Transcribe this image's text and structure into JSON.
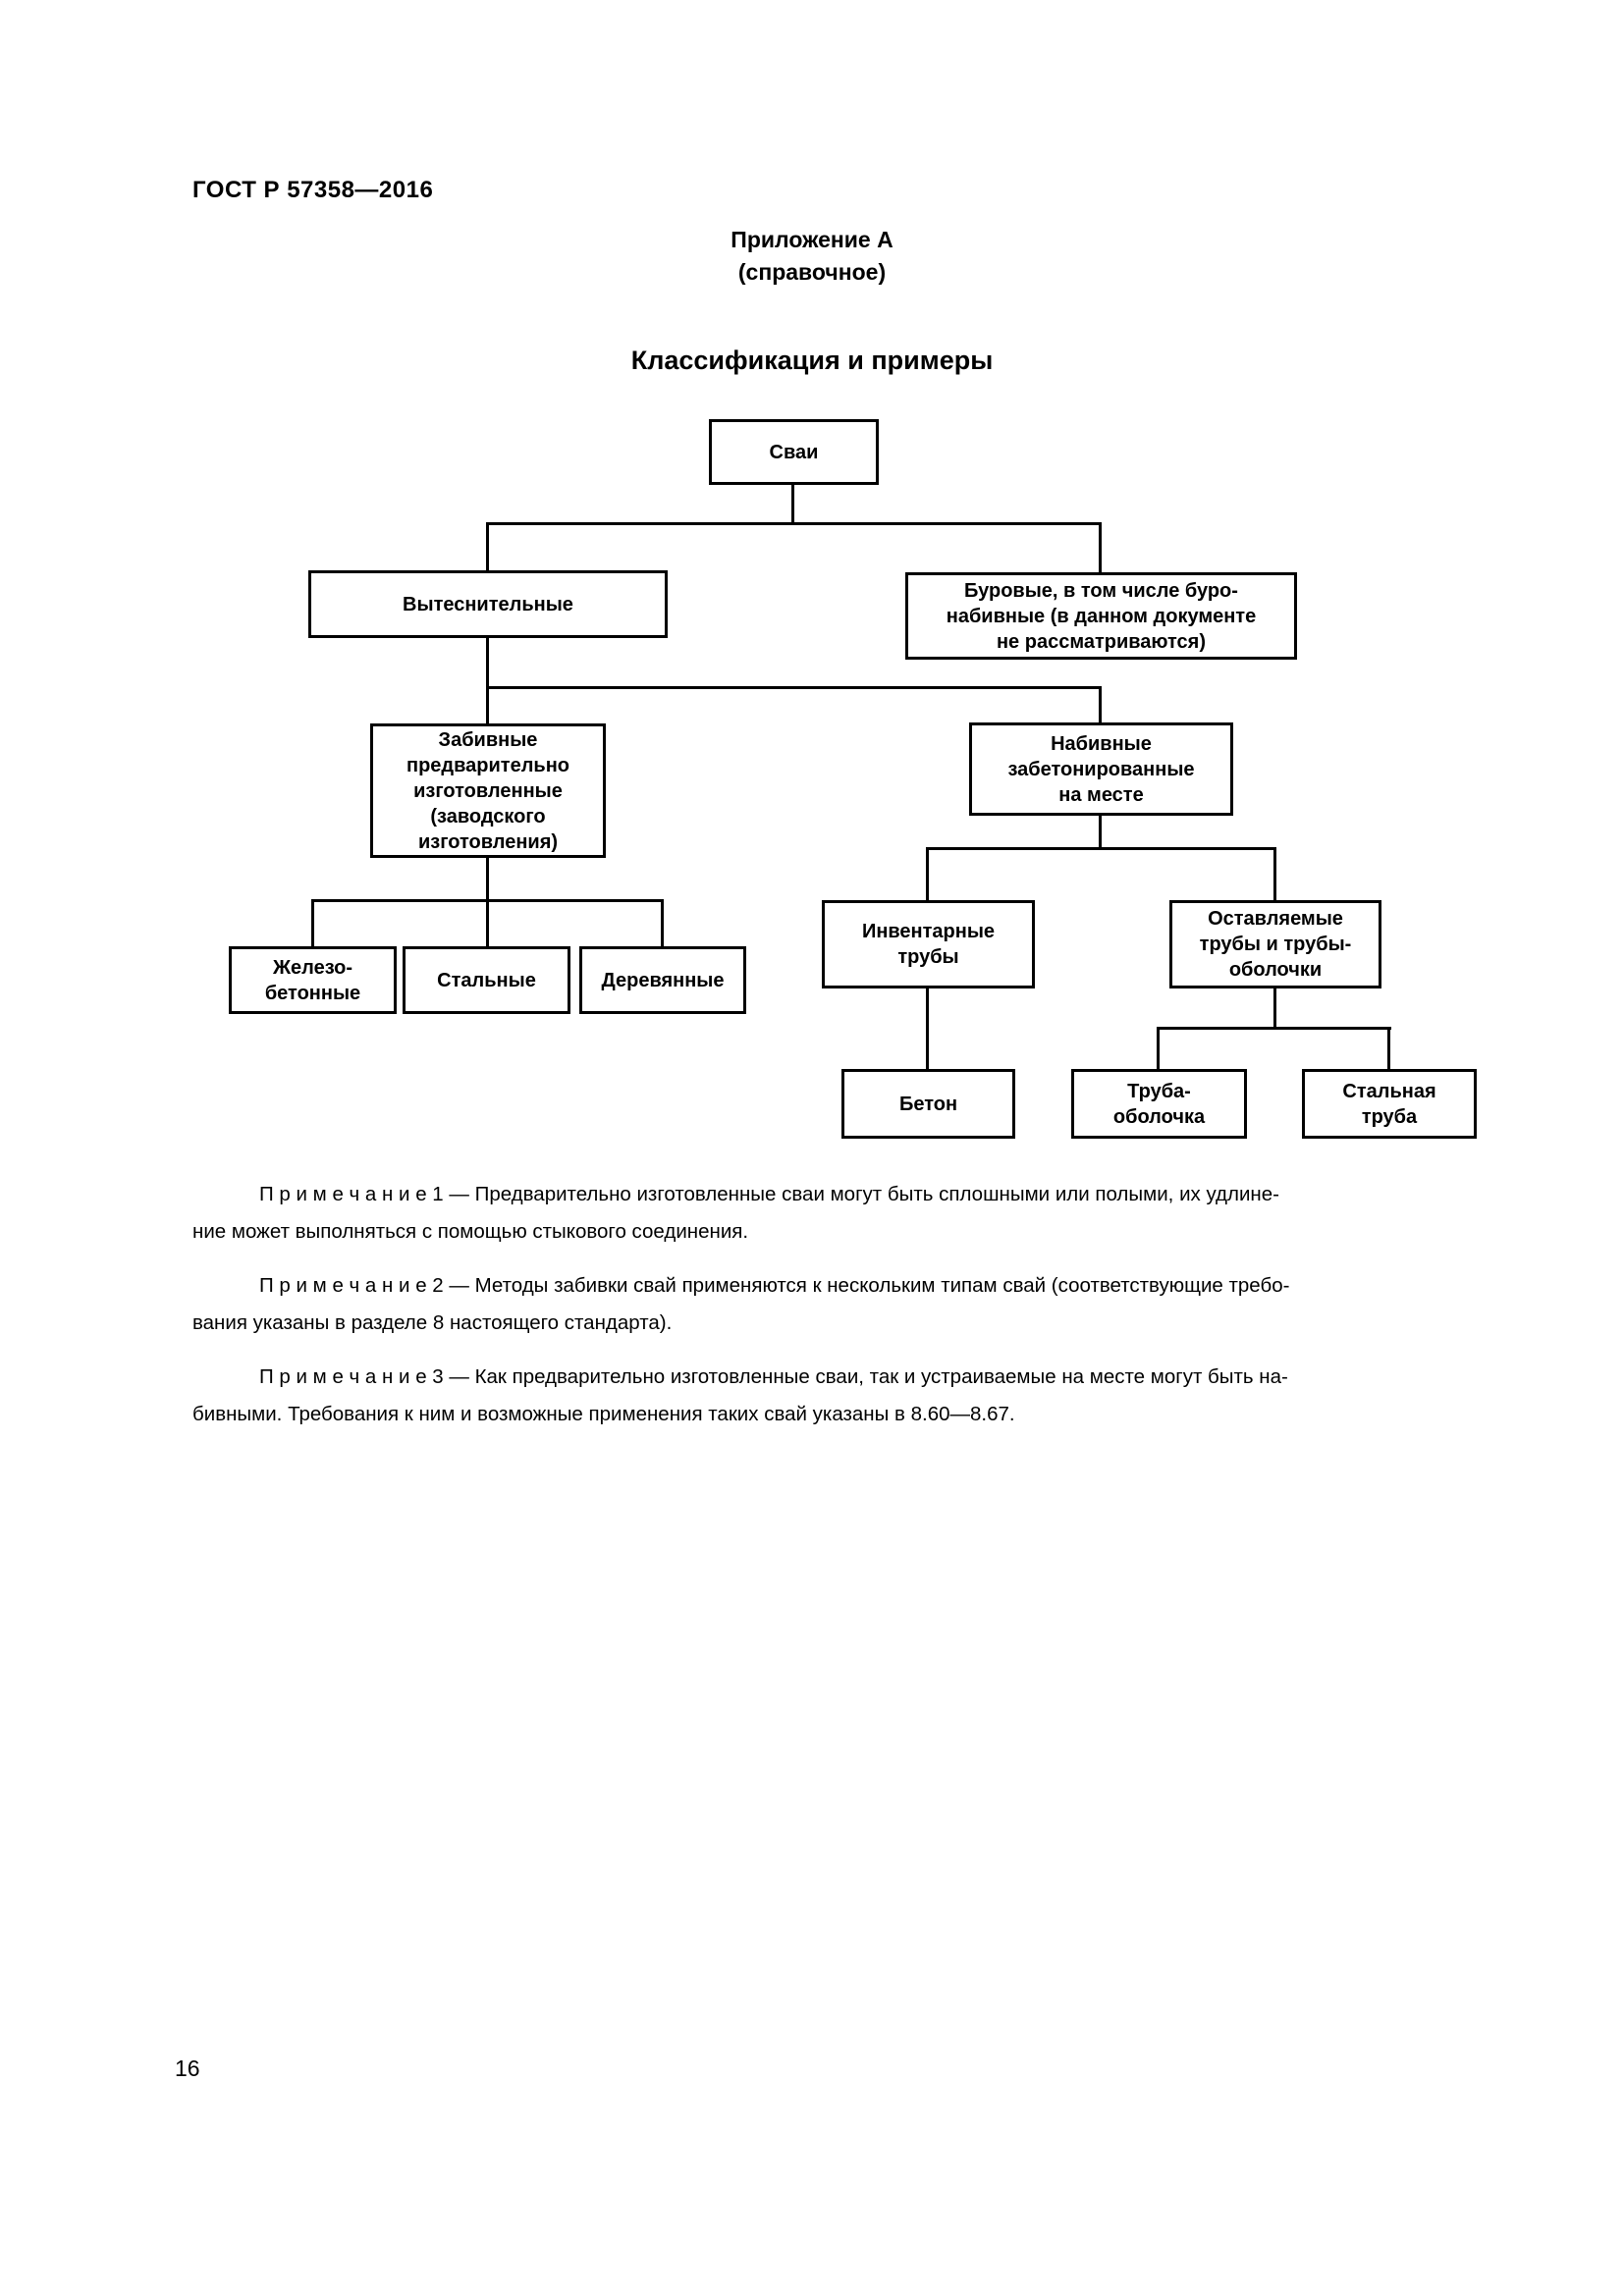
{
  "page": {
    "header": "ГОСТ Р 57358—2016",
    "page_number": "16"
  },
  "appendix": {
    "label": "Приложение А",
    "kind": "(справочное)",
    "title": "Классификация и примеры"
  },
  "diagram": {
    "nodes": [
      {
        "id": "svai",
        "label": "Сваи"
      },
      {
        "id": "vytesnitelnye",
        "label": "Вытеснительные"
      },
      {
        "id": "burovye",
        "label": "Буровые, в том числе буро-\nнабивные (в данном документе\nне рассматриваются)"
      },
      {
        "id": "zabivnye",
        "label": "Забивные\nпредварительно\nизготовленные\n(заводского\nизготовления)"
      },
      {
        "id": "nabivnye",
        "label": "Набивные\nзабетонированные\nна месте"
      },
      {
        "id": "zhelezobetonnye",
        "label": "Железо-\nбетонные"
      },
      {
        "id": "stalnye",
        "label": "Стальные"
      },
      {
        "id": "derevyannye",
        "label": "Деревянные"
      },
      {
        "id": "inventarnye-truby",
        "label": "Инвентарные\nтрубы"
      },
      {
        "id": "ostavlyaemye-truby",
        "label": "Оставляемые\nтрубы и трубы-\nоболочки"
      },
      {
        "id": "beton",
        "label": "Бетон"
      },
      {
        "id": "truba-obolochka",
        "label": "Труба-\nоболочка"
      },
      {
        "id": "stalnaya-truba",
        "label": "Стальная\nтруба"
      }
    ],
    "hierarchy": {
      "Сваи": [
        "Вытеснительные",
        "Буровые, в том числе буро-набивные (в данном документе не рассматриваются)"
      ],
      "Вытеснительные": [
        "Забивные предварительно изготовленные (заводского изготовления)",
        "Набивные забетонированные на месте"
      ],
      "Забивные предварительно изготовленные (заводского изготовления)": [
        "Железо-бетонные",
        "Стальные",
        "Деревянные"
      ],
      "Набивные забетонированные на месте": [
        "Инвентарные трубы",
        "Оставляемые трубы и трубы-оболочки"
      ],
      "Инвентарные трубы": [
        "Бетон"
      ],
      "Оставляемые трубы и трубы-оболочки": [
        "Труба-оболочка",
        "Стальная труба"
      ]
    }
  },
  "notes": [
    {
      "text": "П р и м е ч а н и е  1 — Предварительно изготовленные сваи могут быть сплошными или полыми, их удлине-\nние может выполняться с помощью стыкового соединения."
    },
    {
      "text": "П р и м е ч а н и е  2 — Методы забивки свай применяются к нескольким типам свай (соответствующие требо-\nвания указаны в разделе 8 настоящего стандарта)."
    },
    {
      "text": "П р и м е ч а н и е  3 — Как предварительно изготовленные сваи, так и устраиваемые на месте могут быть на-\nбивными. Требования к ним и возможные применения таких свай указаны в 8.60—8.67."
    }
  ]
}
